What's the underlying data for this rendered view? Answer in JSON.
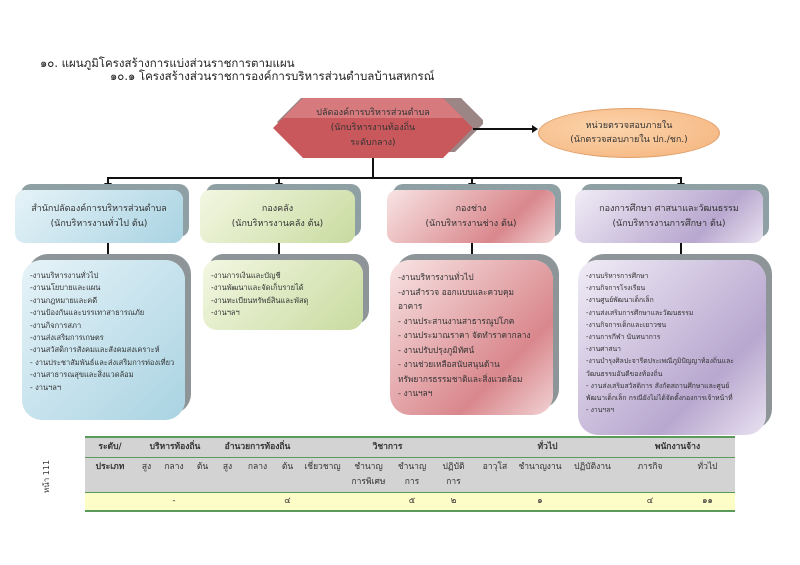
{
  "title": "๑๐. แผนภูมิโครงสร้างการแบ่งส่วนราชการตามแผน",
  "subtitle": "๑๐.๑ โครงสร้างส่วนราชการองค์การบริหารส่วนตำบลบ้านสหกรณ์",
  "head": {
    "lines": [
      "ปลัดองค์การบริหารส่วนตำบล",
      "(นักบริหารงานท้องถิ่น",
      "ระดับกลาง)"
    ]
  },
  "audit": {
    "lines": [
      "หน่วยตรวจสอบภายใน",
      "(นักตรวจสอบภายใน ปก./ชก.)"
    ]
  },
  "departments": [
    {
      "name": "สำนักปลัดองค์การบริหารส่วนตำบล",
      "position": "(นักบริหารงานทั่วไป ต้น)",
      "color": "#a9d3e2",
      "duties": [
        "-งานบริหารงานทั่วไป",
        "-งานนโยบายและแผน",
        "-งานกฎหมายและคดี",
        "-งานป้องกันและบรรเทาสาธารณภัย",
        "-งานกิจการสภา",
        "-งานส่งเสริมการเกษตร",
        "-งานสวัสดิการสังคมและสังคมสงเคราะห์",
        "- งานประชาสัมพันธ์และส่งเสริมการท่องเที่ยว",
        "-งานสาธารณสุขและสิ่งแวดล้อม",
        "- งานฯลฯ"
      ]
    },
    {
      "name": "กองคลัง",
      "position": "(นักบริหารงานคลัง ต้น)",
      "color": "#c8dba0",
      "duties": [
        "-งานการเงินและบัญชี",
        "-งานพัฒนาและจัดเก็บรายได้",
        "-งานทะเบียนทรัพย์สินและพัสดุ",
        "-งานฯลฯ"
      ]
    },
    {
      "name": "กองช่าง",
      "position": "(นักบริหารงานช่าง ต้น)",
      "color": "#d9878c",
      "duties": [
        "-งานบริหารงานทั่วไป",
        "-งานสำรวจ ออกแบบและควบคุม",
        "อาคาร",
        "- งานประสานงานสาธารณูปโภค",
        "- งานประมาณราคา จัดทำราคากลาง",
        "- งานปรับปรุงภูมิทัศน์",
        "- งานช่วยเหลือสนับสนุนด้าน",
        "ทรัพยากรธรรมชาติและสิ่งแวดล้อม",
        "- งานฯลฯ"
      ]
    },
    {
      "name": "กองการศึกษา ศาสนาและวัฒนธรรม",
      "position": "(นักบริหารงานการศึกษา ต้น)",
      "color": "#b8a7cf",
      "duties": [
        "-งานบริหารการศึกษา",
        "-งานกิจการโรงเรียน",
        "-งานศูนย์พัฒนาเด็กเล็ก",
        "-งานส่งเสริมการศึกษาและวัฒนธรรม",
        "-งานกิจการเด็กและเยาวชน",
        "-งานการกีฬา นันทนาการ",
        "-งานศาสนา",
        "-งานบำรุงศิลปะจารีตประเพณีภูมิปัญญาท้องถิ่นและ",
        "วัฒนธรรมอันดีของท้องถิ่น",
        "- งานส่งเสริมสวัสดิการ สังกัดสถานศึกษาและศูนย์",
        "พัฒนาเด็กเล็ก กรณียังไม่ได้จัดตั้งกองการเจ้าหน้าที่",
        "- งานฯลฯ"
      ]
    }
  ],
  "table": {
    "corner": [
      "ระดับ/",
      "ประเภท"
    ],
    "groups": [
      "บริหารท้องถิ่น",
      "อำนวยการท้องถิ่น",
      "วิชาการ",
      "ทั่วไป",
      "พนักงานจ้าง"
    ],
    "columns": [
      [
        "สูง"
      ],
      [
        "กลาง"
      ],
      [
        "ต้น"
      ],
      [
        "สูง"
      ],
      [
        "กลาง"
      ],
      [
        "ต้น"
      ],
      [
        "เชี่ยวชาญ"
      ],
      [
        "ชำนาญ",
        "การพิเศษ"
      ],
      [
        "ชำนาญ",
        "การ"
      ],
      [
        "ปฏิบัติ",
        "การ"
      ],
      [
        "อาวุโส"
      ],
      [
        "ชำนาญงาน"
      ],
      [
        "ปฏิบัติงาน"
      ],
      [
        "ภารกิจ"
      ],
      [
        "ทั่วไป"
      ]
    ],
    "values": [
      "",
      "-",
      "",
      "",
      "",
      "๔",
      "",
      "",
      "๕",
      "๒",
      "",
      "๑",
      "",
      "๔",
      "๑๑"
    ]
  },
  "page_number": "หน้า 111"
}
